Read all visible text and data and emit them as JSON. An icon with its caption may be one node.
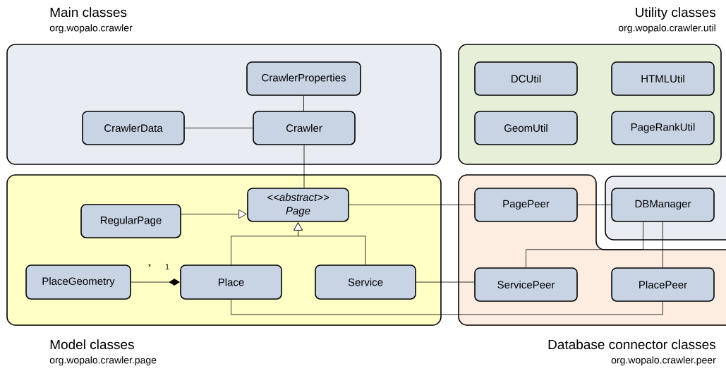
{
  "diagram": {
    "nodes": [
      {
        "text": [
          "Main classes",
          "org.wopalo.crawler"
        ]
      },
      {
        "text": [
          "CrawlerProperties"
        ],
        "in": 0
      },
      {
        "text": [
          "CrawlerData"
        ],
        "in": 0
      },
      {
        "text": [
          "Crawler"
        ],
        "in": 0
      },
      {
        "text": [
          "Utility classes",
          "org.wopalo.crawler.util"
        ]
      },
      {
        "text": [
          "DCUtil"
        ],
        "in": 4
      },
      {
        "text": [
          "HTMLUtil"
        ],
        "in": 4
      },
      {
        "text": [
          "GeomUtil"
        ],
        "in": 4
      },
      {
        "text": [
          "PageRankUtil"
        ],
        "in": 4
      },
      {
        "text": [
          "Model classes",
          "org.wopalo.crawler.page"
        ]
      },
      {
        "text": [
          "<<abstract>>",
          "Page"
        ],
        "in": 9
      },
      {
        "text": [
          "RegularPage"
        ],
        "in": 9
      },
      {
        "text": [
          "PlaceGeometry"
        ],
        "in": 9
      },
      {
        "text": [
          "Place"
        ],
        "in": 9
      },
      {
        "text": [
          "Service"
        ],
        "in": 9
      },
      {
        "text": [
          "Database connector classes",
          "org.wopalo.crawler.peer"
        ]
      },
      {
        "text": [
          "PagePeer"
        ],
        "in": 15
      },
      {
        "text": [],
        "shape": "box"
      },
      {
        "text": [
          "DBManager"
        ],
        "in": 17
      },
      {
        "text": [
          "ServicePeer"
        ],
        "in": 15
      },
      {
        "text": [
          "PlacePeer"
        ],
        "in": 15
      }
    ],
    "edges": [
      {
        "from": 1,
        "to": 3,
        "arrow": "none"
      },
      {
        "from": 2,
        "to": 3,
        "arrow": "none"
      },
      {
        "from": 3,
        "to": 10,
        "arrow": "none"
      },
      {
        "from": 11,
        "to": 10,
        "arrow": "to"
      },
      {
        "from": 13,
        "to": 10,
        "arrow": "to"
      },
      {
        "from": 14,
        "to": 10,
        "arrow": "to"
      },
      {
        "from": 12,
        "to": 13,
        "arrow": "other"
      },
      {
        "from": 10,
        "to": 16,
        "arrow": "none"
      },
      {
        "from": 16,
        "to": 18,
        "arrow": "none"
      },
      {
        "from": 14,
        "to": 19,
        "arrow": "none"
      },
      {
        "from": 13,
        "to": 20,
        "arrow": "none"
      },
      {
        "from": 19,
        "to": 18,
        "arrow": "none"
      },
      {
        "from": 20,
        "to": 18,
        "arrow": "none"
      }
    ],
    "labels": [
      "*",
      "1"
    ]
  }
}
